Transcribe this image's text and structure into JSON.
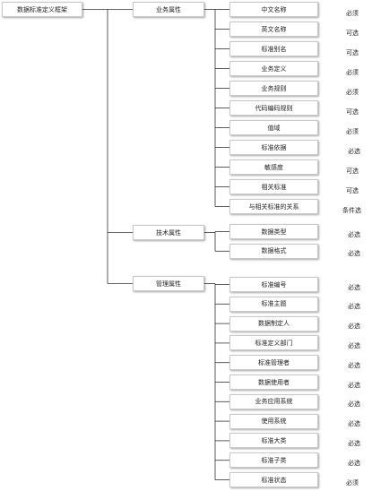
{
  "root": {
    "label": "数据标准定义框架"
  },
  "groups": [
    {
      "label": "业务属性",
      "items": [
        {
          "label": "中文名称",
          "req": "必须"
        },
        {
          "label": "英文名称",
          "req": "可选"
        },
        {
          "label": "标准别名",
          "req": "可选"
        },
        {
          "label": "业务定义",
          "req": "必须"
        },
        {
          "label": "业务规则",
          "req": "必须"
        },
        {
          "label": "代码编码规则",
          "req": "可选"
        },
        {
          "label": "值域",
          "req": "必须"
        },
        {
          "label": "标准依据",
          "req": "必选"
        },
        {
          "label": "敏感度",
          "req": "可选"
        },
        {
          "label": "相关标准",
          "req": "可选"
        },
        {
          "label": "与相关标准的关系",
          "req": "条件选"
        }
      ]
    },
    {
      "label": "技术属性",
      "items": [
        {
          "label": "数据类型",
          "req": "必选"
        },
        {
          "label": "数据格式",
          "req": "必选"
        }
      ]
    },
    {
      "label": "管理属性",
      "items": [
        {
          "label": "标准编号",
          "req": "必选"
        },
        {
          "label": "标准主题",
          "req": "必选"
        },
        {
          "label": "数据制定人",
          "req": "必选"
        },
        {
          "label": "标准定义部门",
          "req": "必选"
        },
        {
          "label": "标准管理者",
          "req": "必选"
        },
        {
          "label": "数据使用者",
          "req": "必选"
        },
        {
          "label": "业务应用系统",
          "req": "必选"
        },
        {
          "label": "使用系统",
          "req": "必选"
        },
        {
          "label": "标准大类",
          "req": "必选"
        },
        {
          "label": "标准子类",
          "req": "必选"
        },
        {
          "label": "标准状态",
          "req": "必须"
        }
      ]
    }
  ]
}
